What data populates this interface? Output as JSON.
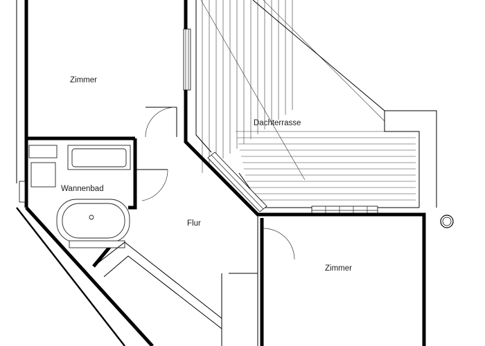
{
  "rooms": {
    "zimmer_top": "Zimmer",
    "dachterrasse": "Dachterrasse",
    "wannenbad": "Wannenbad",
    "flur": "Flur",
    "zimmer_bottom": "Zimmer"
  },
  "colors": {
    "wall": "#000000",
    "background": "#ffffff"
  }
}
